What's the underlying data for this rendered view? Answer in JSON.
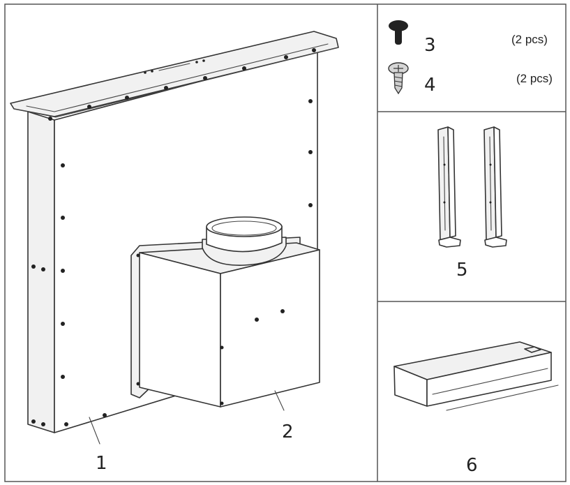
{
  "parts": [
    {
      "number": "1"
    },
    {
      "number": "2"
    },
    {
      "number": "3",
      "quantity": "(2 pcs)"
    },
    {
      "number": "4",
      "quantity": "(2 pcs)"
    },
    {
      "number": "5"
    },
    {
      "number": "6"
    }
  ],
  "colors": {
    "line": "#333333",
    "frame": "#555555",
    "background": "#ffffff"
  },
  "icons": [
    "truss-head-screw-icon",
    "self-tapping-screw-icon"
  ]
}
